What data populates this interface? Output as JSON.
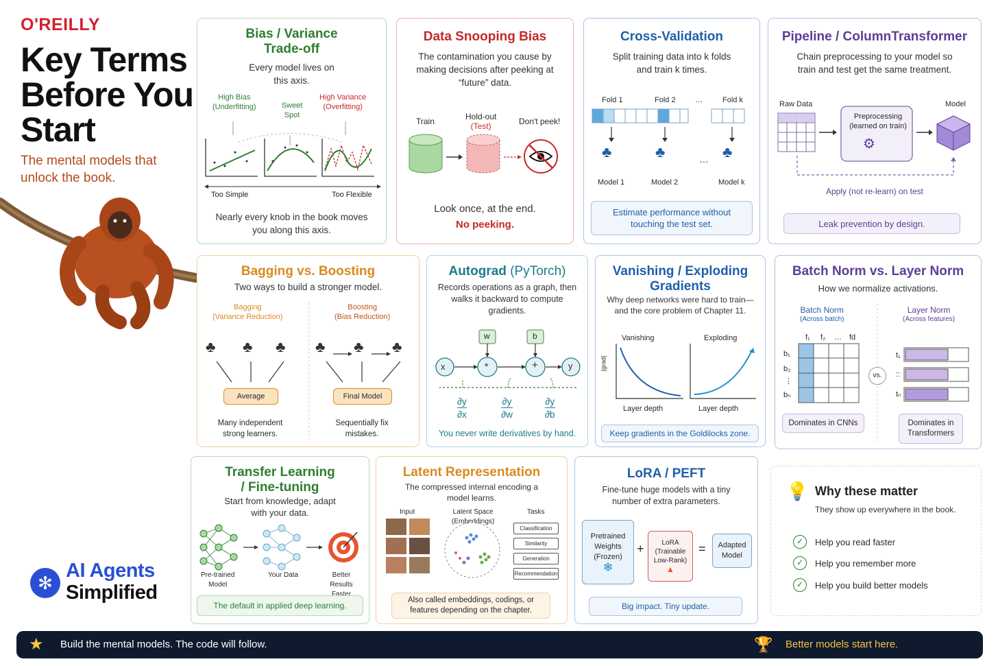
{
  "header": {
    "publisher": "O'REILLY",
    "title_lines": [
      "Key Terms",
      "Before You",
      "Start"
    ],
    "tagline": "The mental models that unlock the book."
  },
  "brand": {
    "line1": "AI Agents",
    "line2": "Simplified"
  },
  "colors": {
    "oreilly_red": "#d3202f",
    "green": "#2e7d32",
    "red": "#c62828",
    "blue": "#1f5fa8",
    "purple": "#5b3e96",
    "orange": "#d98a1f",
    "teal": "#1f7a8c",
    "footer_bg": "#0f1a2e",
    "footer_gold": "#f5c542"
  },
  "cards": {
    "bias_variance": {
      "title": "Bias / Variance Trade-off",
      "subtitle": "Every model lives on this axis.",
      "high_bias": "High Bias",
      "high_bias_sub": "(Underfitting)",
      "sweet_spot": "Sweet Spot",
      "high_variance": "High Variance",
      "high_variance_sub": "(Overfitting)",
      "too_simple": "Too Simple",
      "too_flexible": "Too Flexible",
      "footer": "Nearly every knob in the book moves you along this axis."
    },
    "data_snooping": {
      "title": "Data Snooping Bias",
      "subtitle": "The contamination you cause by making decisions after peeking at “future” data.",
      "train": "Train",
      "holdout": "Hold-out",
      "test": "(Test)",
      "dont_peek": "Don't peek!",
      "footer1": "Look once, at the end.",
      "footer2": "No peeking."
    },
    "cross_validation": {
      "title": "Cross-Validation",
      "subtitle": "Split training data into k folds and train k times.",
      "fold1": "Fold 1",
      "fold2": "Fold 2",
      "foldk": "Fold k",
      "dots": "…",
      "model1": "Model 1",
      "model2": "Model 2",
      "modelk": "Model k",
      "footer": "Estimate performance without touching the test set."
    },
    "pipeline": {
      "title": "Pipeline / ColumnTransformer",
      "subtitle": "Chain preprocessing to your model so train and test get the same treatment.",
      "raw_data": "Raw Data",
      "preprocessing": "Preprocessing",
      "learned_on_train": "(learned on train)",
      "model": "Model",
      "apply": "Apply (not re-learn) on test",
      "footer": "Leak prevention by design."
    },
    "bagging_boosting": {
      "title": "Bagging vs. Boosting",
      "subtitle": "Two ways to build a stronger model.",
      "bagging": "Bagging",
      "bagging_sub": "(Variance Reduction)",
      "boosting": "Boosting",
      "boosting_sub": "(Bias Reduction)",
      "average": "Average",
      "final_model": "Final Model",
      "bagging_note": "Many independent strong learners.",
      "boosting_note": "Sequentially fix mistakes."
    },
    "autograd": {
      "title": "Autograd",
      "title_suffix": "(PyTorch)",
      "subtitle": "Records operations as a graph, then walks it backward to compute gradients.",
      "x": "x",
      "mul": "*",
      "add": "+",
      "y": "y",
      "w": "w",
      "b": "b",
      "d_num": "∂y",
      "dx": "∂x",
      "dw": "∂w",
      "db": "∂b",
      "footer": "You never write derivatives by hand."
    },
    "vanishing": {
      "title": "Vanishing / Exploding Gradients",
      "subtitle": "Why deep networks were hard to train— and the core problem of Chapter 11.",
      "vanishing": "Vanishing",
      "exploding": "Exploding",
      "ylabel": "|grad|",
      "xlabel": "Layer depth",
      "footer": "Keep gradients in the Goldilocks zone."
    },
    "norm": {
      "title": "Batch Norm vs. Layer Norm",
      "subtitle": "How we normalize activations.",
      "batch_norm": "Batch Norm",
      "batch_sub": "(Across batch)",
      "layer_norm": "Layer Norm",
      "layer_sub": "(Across features)",
      "features": [
        "f₁",
        "f₂",
        "…",
        "fd"
      ],
      "rows": [
        "b₁",
        "b₂",
        "⋮",
        "bₙ"
      ],
      "layer_rows": [
        "t₁",
        "::",
        "tₙ"
      ],
      "vs": "vs.",
      "batch_note": "Dominates in CNNs",
      "layer_note": "Dominates in Transformers"
    },
    "transfer": {
      "title": "Transfer Learning / Fine-tuning",
      "subtitle": "Start from knowledge, adapt with your data.",
      "pretrained": "Pre-trained Model",
      "your_data": "Your Data",
      "better": "Better Results Faster",
      "footer": "The default in applied deep learning."
    },
    "latent": {
      "title": "Latent Representation",
      "subtitle": "The compressed internal encoding a model learns.",
      "input": "Input",
      "latent_space": "Latent Space",
      "embeddings": "(Embeddings)",
      "tasks": "Tasks",
      "task_list": [
        "Classification",
        "Similarity",
        "Generation",
        "Recommendation"
      ],
      "footer": "Also called embeddings, codings, or features depending on the chapter."
    },
    "lora": {
      "title": "LoRA / PEFT",
      "subtitle": "Fine-tune huge models with a tiny number of extra parameters.",
      "pretrained": "Pretrained Weights (Frozen)",
      "lora": "LoRA",
      "lora_sub": "(Trainable Low-Rank)",
      "adapted": "Adapted Model",
      "plus": "+",
      "equals": "=",
      "footer": "Big impact. Tiny update."
    },
    "why": {
      "title": "Why these matter",
      "subtitle": "They show up everywhere in the book.",
      "items": [
        "Help you read faster",
        "Help you remember more",
        "Help you build better models"
      ]
    }
  },
  "footer": {
    "left": "Build the mental models. The code will follow.",
    "right": "Better models start here."
  }
}
